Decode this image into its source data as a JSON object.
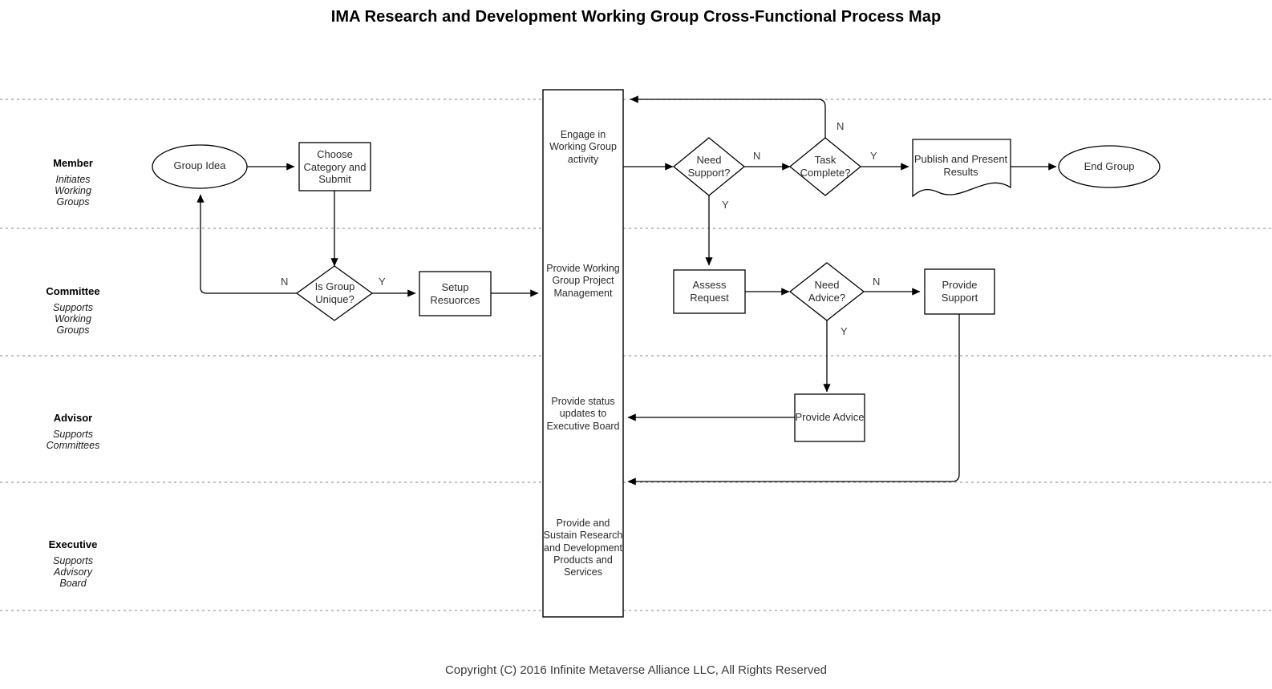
{
  "title": "IMA Research and Development Working Group Cross-Functional Process Map",
  "copyright": "Copyright (C) 2016 Infinite Metaverse Alliance LLC, All Rights Reserved",
  "lanes": [
    {
      "name": "Member",
      "title": "Member",
      "subtitle": "Initiates\nWorking\nGroups",
      "sub_lines": [
        "Initiates",
        "Working",
        "Groups"
      ]
    },
    {
      "name": "Committee",
      "title": "Committee",
      "subtitle": "Supports\nWorking\nGroups",
      "sub_lines": [
        "Supports",
        "Working",
        "Groups"
      ]
    },
    {
      "name": "Advisor",
      "title": "Advisor",
      "subtitle": "Supports\nCommittees",
      "sub_lines": [
        "Supports",
        "Committees"
      ]
    },
    {
      "name": "Executive",
      "title": "Executive",
      "subtitle": "Supports\nAdvisory\nBoard",
      "sub_lines": [
        "Supports",
        "Advisory",
        "Board"
      ]
    }
  ],
  "center_column": {
    "name": "process-backbone-column",
    "blocks": [
      {
        "lane": "Member",
        "text": "Engage in Working Group activity",
        "lines": [
          "Engage in",
          "Working Group",
          "activity"
        ]
      },
      {
        "lane": "Committee",
        "text": "Provide Working Group Project Management",
        "lines": [
          "Provide Working",
          "Group Project",
          "Management"
        ]
      },
      {
        "lane": "Advisor",
        "text": "Provide status updates to Executive Board",
        "lines": [
          "Provide status",
          "updates to",
          "Executive Board"
        ]
      },
      {
        "lane": "Executive",
        "text": "Provide and Sustain Research and Development Products and Services",
        "lines": [
          "Provide and",
          "Sustain Research",
          "and Development",
          "Products and",
          "Services"
        ]
      }
    ]
  },
  "nodes": [
    {
      "id": "group-idea",
      "label": "Group Idea",
      "lines": [
        "Group Idea"
      ],
      "shape": "ellipse",
      "lane": "Member"
    },
    {
      "id": "choose-category",
      "label": "Choose Category and Submit",
      "lines": [
        "Choose",
        "Category and",
        "Submit"
      ],
      "shape": "process",
      "lane": "Member"
    },
    {
      "id": "is-group-unique",
      "label": "Is Group Unique?",
      "lines": [
        "Is Group",
        "Unique?"
      ],
      "shape": "decision",
      "lane": "Committee"
    },
    {
      "id": "setup-resources",
      "label": "Setup Resuorces",
      "lines": [
        "Setup",
        "Resuorces"
      ],
      "shape": "process",
      "lane": "Committee"
    },
    {
      "id": "need-support",
      "label": "Need Support?",
      "lines": [
        "Need",
        "Support?"
      ],
      "shape": "decision",
      "lane": "Member"
    },
    {
      "id": "task-complete",
      "label": "Task Complete?",
      "lines": [
        "Task",
        "Complete?"
      ],
      "shape": "decision",
      "lane": "Member"
    },
    {
      "id": "publish-results",
      "label": "Publish and Present Results",
      "lines": [
        "Publish and Present",
        "Results"
      ],
      "shape": "document",
      "lane": "Member"
    },
    {
      "id": "end-group",
      "label": "End Group",
      "lines": [
        "End Group"
      ],
      "shape": "ellipse",
      "lane": "Member"
    },
    {
      "id": "assess-request",
      "label": "Assess Request",
      "lines": [
        "Assess",
        "Request"
      ],
      "shape": "process",
      "lane": "Committee"
    },
    {
      "id": "need-advice",
      "label": "Need Advice?",
      "lines": [
        "Need",
        "Advice?"
      ],
      "shape": "decision",
      "lane": "Committee"
    },
    {
      "id": "provide-support",
      "label": "Provide Support",
      "lines": [
        "Provide",
        "Support"
      ],
      "shape": "process",
      "lane": "Committee"
    },
    {
      "id": "provide-advice",
      "label": "Provide Advice",
      "lines": [
        "Provide Advice"
      ],
      "shape": "process",
      "lane": "Advisor"
    }
  ],
  "edge_labels": [
    {
      "id": "unique-no",
      "text": "N",
      "from": "is-group-unique",
      "to": "group-idea"
    },
    {
      "id": "unique-yes",
      "text": "Y",
      "from": "is-group-unique",
      "to": "setup-resources"
    },
    {
      "id": "support-no",
      "text": "N",
      "from": "need-support",
      "to": "task-complete"
    },
    {
      "id": "support-yes",
      "text": "Y",
      "from": "need-support",
      "to": "assess-request"
    },
    {
      "id": "task-no",
      "text": "N",
      "from": "task-complete",
      "to": "process-backbone-column"
    },
    {
      "id": "task-yes",
      "text": "Y",
      "from": "task-complete",
      "to": "publish-results"
    },
    {
      "id": "advice-no",
      "text": "N",
      "from": "need-advice",
      "to": "provide-support"
    },
    {
      "id": "advice-yes",
      "text": "Y",
      "from": "need-advice",
      "to": "provide-advice"
    }
  ],
  "style": {
    "stroke": "#000000",
    "lane_divider": "#9a9a9a",
    "text": "#2b2b2b",
    "background": "#ffffff"
  }
}
